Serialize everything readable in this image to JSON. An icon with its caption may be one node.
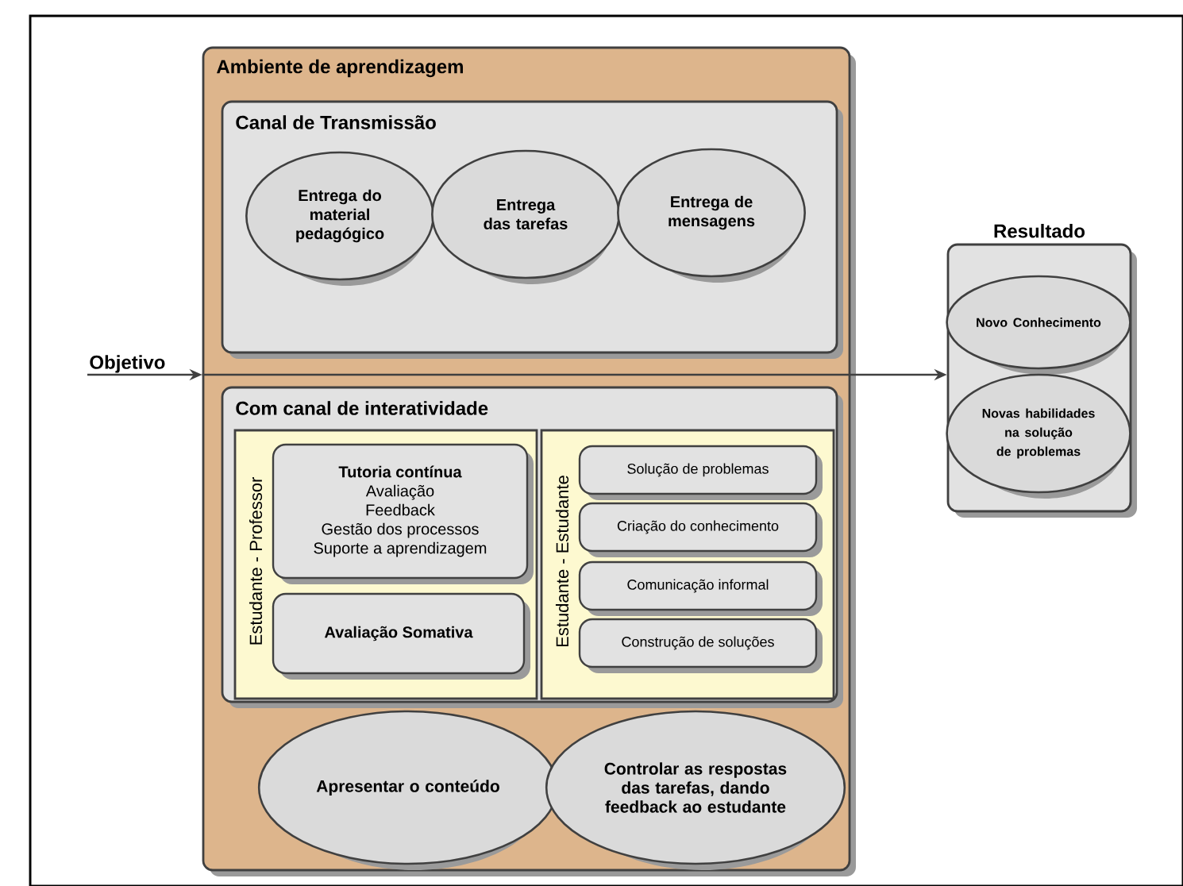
{
  "diagram": {
    "nodes": [
      {
        "text": [
          "Ambiente de aprendizagem"
        ]
      },
      {
        "text": [
          "Canal de Transmissão"
        ],
        "in": 0
      },
      {
        "text": [
          "Entrega do material pedagógico"
        ],
        "in": 1
      },
      {
        "text": [
          "Entrega das tarefas"
        ],
        "in": 1
      },
      {
        "text": [
          "Entrega de mensagens"
        ],
        "in": 1
      },
      {
        "text": [
          "Com canal de interatividade"
        ],
        "in": 0
      },
      {
        "text": [
          "Estudante - Professor"
        ],
        "in": 5
      },
      {
        "text": [
          "Tutoria contínua",
          "Avaliação",
          "Feedback",
          "Gestão dos processos",
          "Suporte a aprendizagem"
        ],
        "in": 6
      },
      {
        "text": [
          "Avaliação Somativa"
        ],
        "in": 6
      },
      {
        "text": [
          "Estudante - Estudante"
        ],
        "in": 5
      },
      {
        "text": [
          "Solução de problemas"
        ],
        "in": 9
      },
      {
        "text": [
          "Criação do conhecimento"
        ],
        "in": 9
      },
      {
        "text": [
          "Comunicação informal"
        ],
        "in": 9
      },
      {
        "text": [
          "Construção de soluções"
        ],
        "in": 9
      },
      {
        "text": [
          "Apresentar o conteúdo"
        ],
        "in": 0
      },
      {
        "text": [
          "Controlar as respostas das tarefas, dando feedback ao estudante"
        ],
        "in": 0
      },
      {
        "text": [
          "Resultado"
        ]
      },
      {
        "text": [
          "Novo Conhecimento"
        ],
        "in": 16
      },
      {
        "text": [
          "Novas habilidades na solução de problemas"
        ],
        "in": 16
      }
    ],
    "edges": [
      {
        "from": null,
        "to": 0,
        "arrow": "to",
        "label": "Objetivo"
      },
      {
        "from": 0,
        "to": 16,
        "arrow": "to"
      }
    ]
  }
}
